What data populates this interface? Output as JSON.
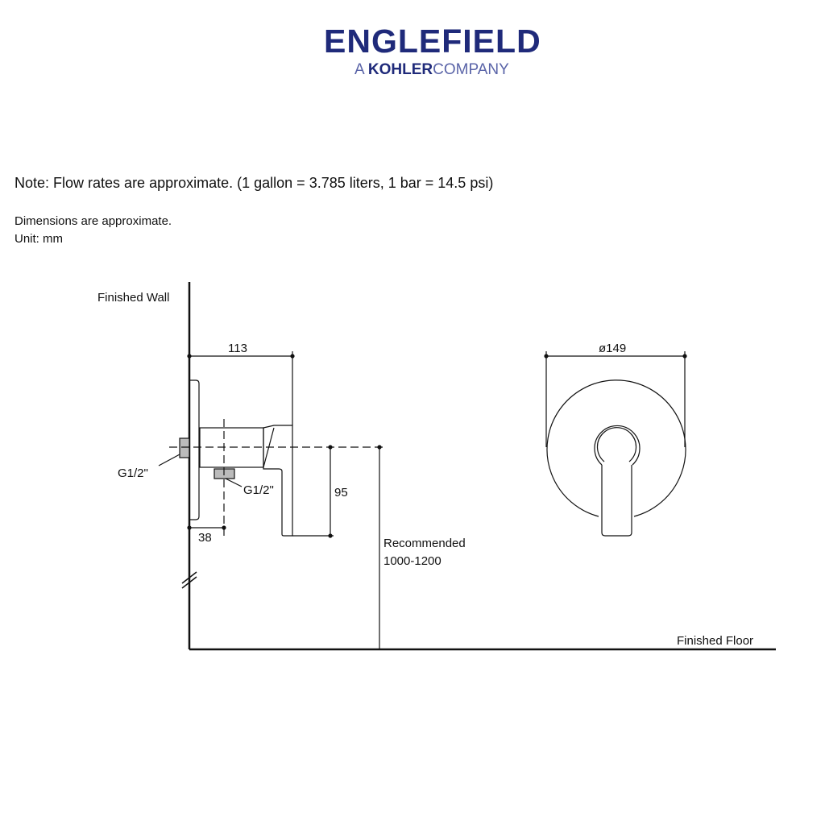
{
  "logo": {
    "brand": "ENGLEFIELD",
    "prefix": "A",
    "parent": "KOHLER",
    "suffix": "COMPANY"
  },
  "note": {
    "label": "Note",
    "text": ": Flow rates are approximate. (1 gallon = 3.785 liters, 1 bar = 14.5 psi)"
  },
  "dimensions_note": {
    "line1": "Dimensions are approximate.",
    "line2": "Unit: mm"
  },
  "drawing": {
    "finished_wall": "Finished Wall",
    "finished_floor": "Finished Floor",
    "dim_depth": "113",
    "dim_outlet_offset": "38",
    "dim_handle_drop": "95",
    "inlet_left": "G1/2\"",
    "outlet_bottom": "G1/2\"",
    "recommended_label": "Recommended",
    "recommended_value": "1000-1200",
    "diameter": "ø149"
  }
}
